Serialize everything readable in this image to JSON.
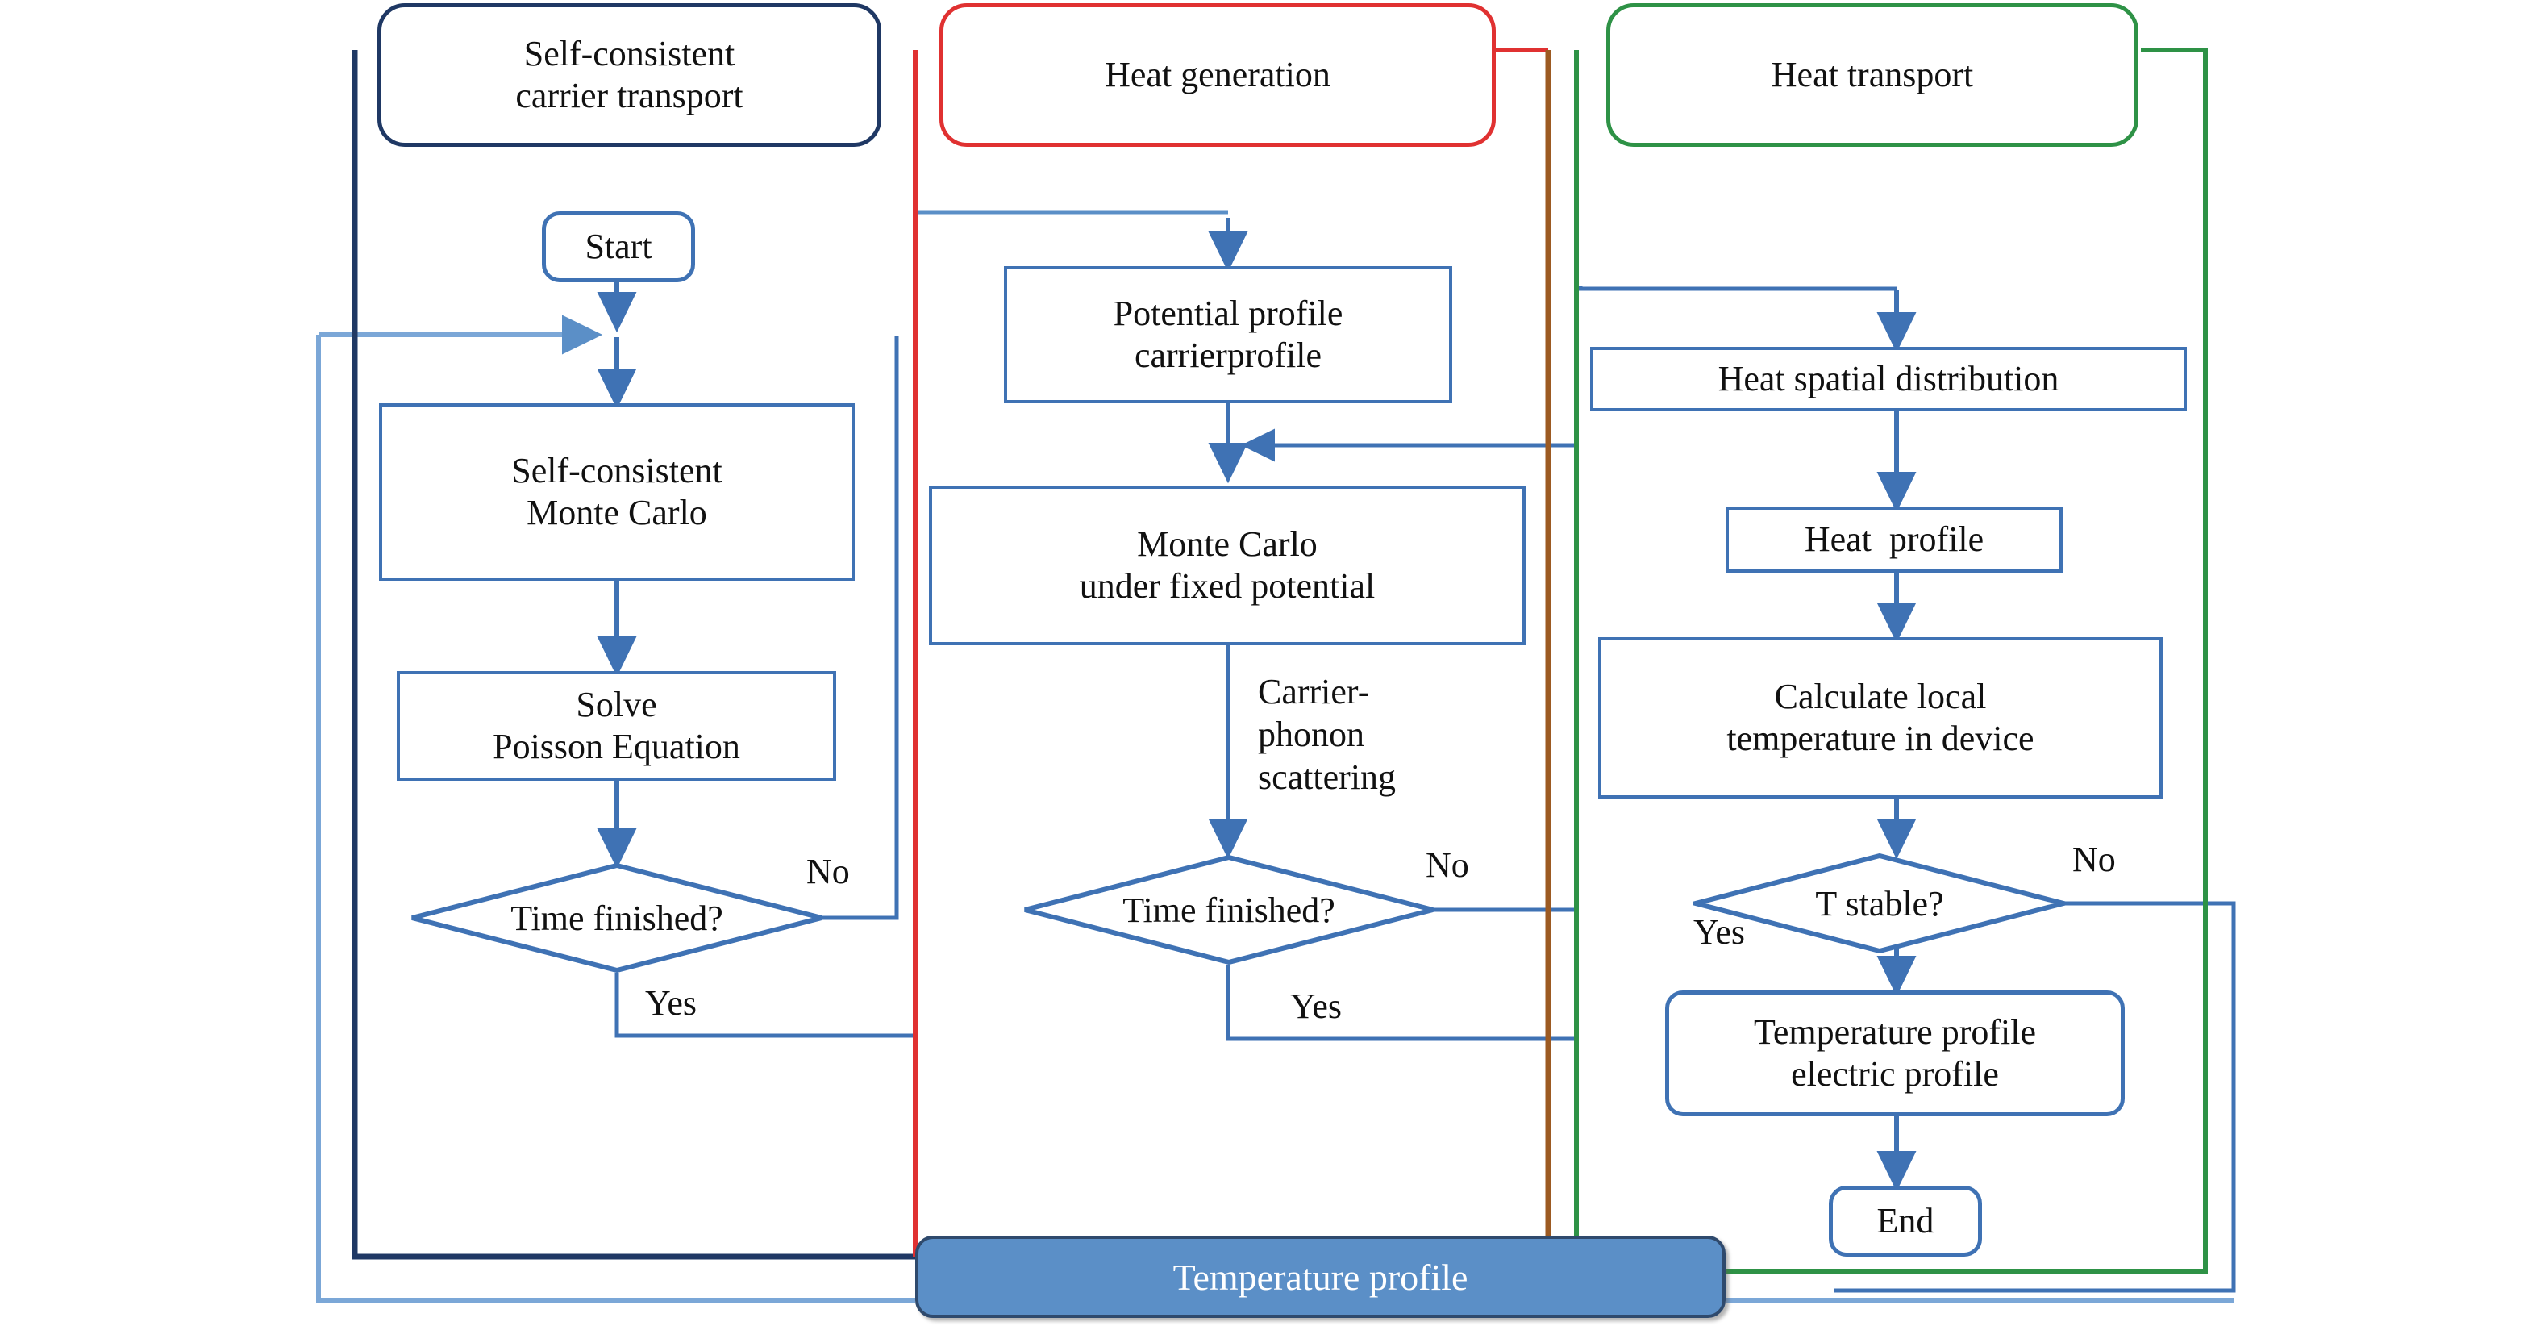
{
  "diagram": {
    "title": "Self-consistent electro-thermal Monte Carlo simulation flowchart",
    "colors": {
      "header_left_border": "#1F3864",
      "header_mid_border": "#E03131",
      "header_right_border": "#2E9246",
      "node_border": "#3F72B4",
      "connector_blue": "#3F72B4",
      "connector_light_blue": "#7BA7D7",
      "connector_navy": "#1F3864",
      "connector_red": "#E03131",
      "connector_green": "#2E9246",
      "connector_brown": "#9C5A22",
      "bar_fill": "#5B8FC7",
      "bar_text": "#FFFFFF"
    },
    "headers": [
      {
        "id": "col1",
        "label": "Self-consistent\ncarrier transport",
        "line1": "Self-consistent",
        "line2": "carrier transport"
      },
      {
        "id": "col2",
        "label": "Heat generation",
        "line1": "Heat generation",
        "line2": ""
      },
      {
        "id": "col3",
        "label": "Heat transport",
        "line1": "Heat transport",
        "line2": ""
      }
    ],
    "columns": [
      {
        "id": "carrier-transport",
        "nodes": [
          {
            "id": "start",
            "type": "terminator",
            "label": "Start"
          },
          {
            "id": "sc-monte-carlo",
            "type": "process",
            "line1": "Self-consistent",
            "line2": "Monte Carlo"
          },
          {
            "id": "solve-poisson",
            "type": "process",
            "line1": "Solve",
            "line2": "Poisson Equation"
          },
          {
            "id": "time-finished-1",
            "type": "decision",
            "label": "Time finished?"
          }
        ],
        "edge_labels": [
          {
            "id": "no-1",
            "text": "No"
          },
          {
            "id": "yes-1",
            "text": "Yes"
          }
        ]
      },
      {
        "id": "heat-generation",
        "nodes": [
          {
            "id": "potential-profile",
            "type": "process",
            "line1": "Potential profile",
            "line2": "carrierprofile"
          },
          {
            "id": "monte-carlo-fixed",
            "type": "process",
            "line1": "Monte Carlo",
            "line2": "under fixed potential"
          },
          {
            "id": "time-finished-2",
            "type": "decision",
            "label": "Time finished?"
          }
        ],
        "edge_labels": [
          {
            "id": "carrier-phonon",
            "line1": "Carrier-",
            "line2": "phonon",
            "line3": "scattering"
          },
          {
            "id": "no-2",
            "text": "No"
          },
          {
            "id": "yes-2",
            "text": "Yes"
          }
        ]
      },
      {
        "id": "heat-transport",
        "nodes": [
          {
            "id": "heat-spatial-distribution",
            "type": "process",
            "label": "Heat spatial distribution"
          },
          {
            "id": "heat-profile",
            "type": "process",
            "label": "Heat  profile"
          },
          {
            "id": "calculate-local-temperature",
            "type": "process",
            "line1": "Calculate local",
            "line2": "temperature in device"
          },
          {
            "id": "t-stable",
            "type": "decision",
            "label": "T stable?"
          },
          {
            "id": "temperature-electric-profile",
            "type": "terminator",
            "line1": "Temperature profile",
            "line2": "electric profile"
          },
          {
            "id": "end",
            "type": "terminator",
            "label": "End"
          }
        ],
        "edge_labels": [
          {
            "id": "no-3",
            "text": "No"
          },
          {
            "id": "yes-3",
            "text": "Yes"
          }
        ]
      }
    ],
    "footer_bar": {
      "id": "temperature-profile-bar",
      "label": "Temperature profile"
    }
  }
}
